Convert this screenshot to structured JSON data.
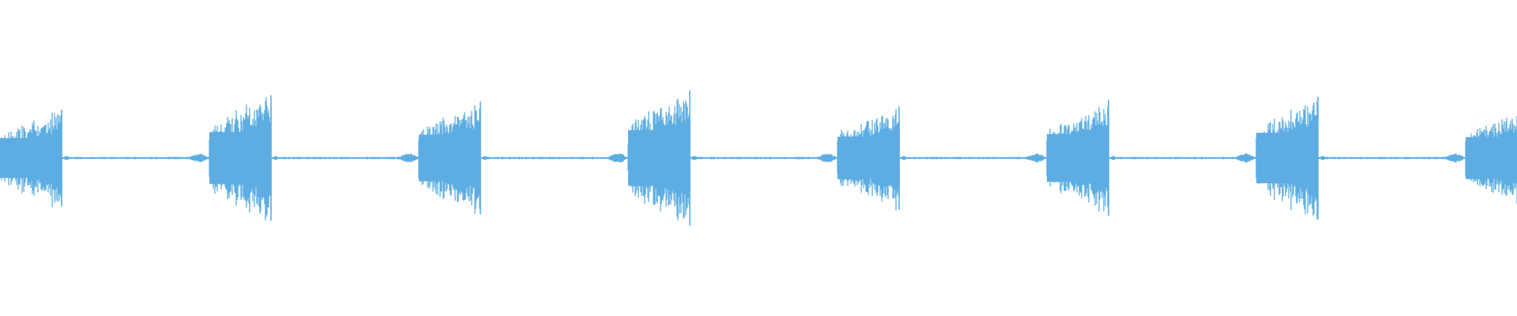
{
  "waveform": {
    "color": "#5dade2",
    "background": "#ffffff",
    "bursts": [
      {
        "level": 0.6,
        "pre_blip": false
      },
      {
        "level": 0.78,
        "pre_blip": true
      },
      {
        "level": 0.7,
        "pre_blip": true
      },
      {
        "level": 0.84,
        "pre_blip": true
      },
      {
        "level": 0.64,
        "pre_blip": true
      },
      {
        "level": 0.72,
        "pre_blip": true
      },
      {
        "level": 0.76,
        "pre_blip": true
      },
      {
        "level": 0.63,
        "pre_blip": true
      }
    ]
  }
}
